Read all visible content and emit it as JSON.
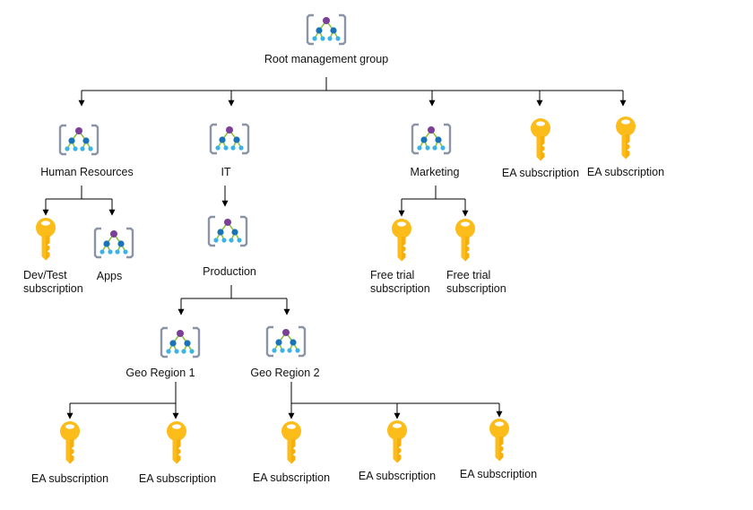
{
  "diagram": {
    "root": {
      "label": "Root management group",
      "icon": "management-group-icon"
    },
    "nodes": {
      "human_resources": {
        "label": "Human Resources",
        "icon": "management-group-icon"
      },
      "it": {
        "label": "IT",
        "icon": "management-group-icon"
      },
      "marketing": {
        "label": "Marketing",
        "icon": "management-group-icon"
      },
      "ea_sub_root_1": {
        "label": "EA subscription",
        "icon": "subscription-key-icon"
      },
      "ea_sub_root_2": {
        "label": "EA subscription",
        "icon": "subscription-key-icon"
      },
      "devtest": {
        "label_line1": "Dev/Test",
        "label_line2": "subscription",
        "icon": "subscription-key-icon"
      },
      "apps": {
        "label": "Apps",
        "icon": "management-group-icon"
      },
      "production": {
        "label": "Production",
        "icon": "management-group-icon"
      },
      "free_trial_1": {
        "label_line1": "Free trial",
        "label_line2": "subscription",
        "icon": "subscription-key-icon"
      },
      "free_trial_2": {
        "label_line1": "Free trial",
        "label_line2": "subscription",
        "icon": "subscription-key-icon"
      },
      "geo_region_1": {
        "label": "Geo Region 1",
        "icon": "management-group-icon"
      },
      "geo_region_2": {
        "label": "Geo Region 2",
        "icon": "management-group-icon"
      },
      "ea_sub_geo1_a": {
        "label": "EA subscription",
        "icon": "subscription-key-icon"
      },
      "ea_sub_geo1_b": {
        "label": "EA subscription",
        "icon": "subscription-key-icon"
      },
      "ea_sub_geo2_a": {
        "label": "EA subscription",
        "icon": "subscription-key-icon"
      },
      "ea_sub_geo2_b": {
        "label": "EA subscription",
        "icon": "subscription-key-icon"
      },
      "ea_sub_geo2_c": {
        "label": "EA subscription",
        "icon": "subscription-key-icon"
      }
    },
    "colors": {
      "connector": "#000000",
      "bracket": "#8a94a6",
      "node_top": "#7b3f98",
      "node_mid": "#1a73b8",
      "node_leaf": "#3bb3e6",
      "link": "#8cc63f",
      "key_fill": "#fcbc19",
      "key_dark": "#f4a300",
      "key_hole": "#ffffff"
    }
  }
}
